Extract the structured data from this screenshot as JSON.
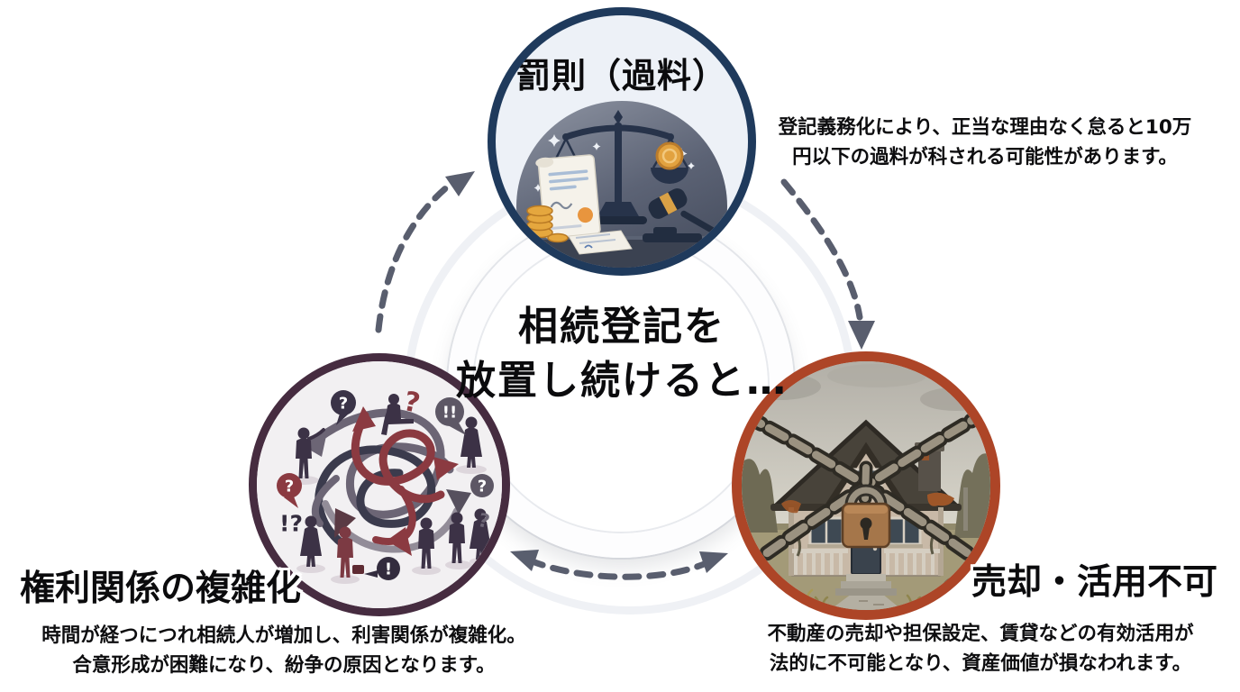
{
  "page": {
    "background_color": "#ffffff"
  },
  "center_title": {
    "line1": "相続登記を",
    "line2": "放置し続けると…"
  },
  "nodes": {
    "penalty": {
      "title": "罰則（過料）",
      "desc_line1": "登記義務化により、正当な理由なく怠ると10万",
      "desc_line2": "円以下の過料が科される可能性があります。",
      "ring_color": "#1f3a5c",
      "illustration": "balance-scale-gavel-coins-document"
    },
    "complexity": {
      "title": "権利関係の複雑化",
      "desc_line1": "時間が経つにつれ相続人が増加し、利害関係が複雑化。",
      "desc_line2": "合意形成が困難になり、紛争の原因となります。",
      "ring_color": "#462c40",
      "illustration": "tangled-arrows-people-disputes",
      "symbols": {
        "bubble_question_top": "?",
        "red_question_top": "?",
        "bubble_double_exclamation": "!!",
        "bubble_question_left": "?",
        "interrobang_left": "!?",
        "bubble_question_right": "?",
        "small_question_right": "?",
        "bubble_exclamation_bottom": "!"
      }
    },
    "unusable": {
      "title": "売却・活用不可",
      "desc_line1": "不動産の売却や担保設定、賃貸などの有効活用が",
      "desc_line2": "法的に不可能となり、資産価値が損なわれます。",
      "ring_color": "#ad4527",
      "illustration": "abandoned-house-wrapped-in-chains-padlock"
    }
  },
  "arrows": {
    "color": "#595e6e",
    "style": "dashed-cycle"
  }
}
